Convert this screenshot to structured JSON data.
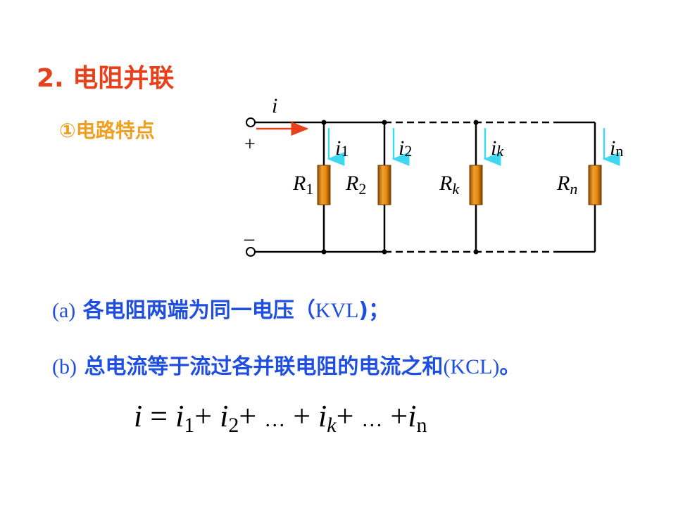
{
  "title": "2. 电阻并联",
  "subtitle": "①电路特点",
  "circuit": {
    "input_current": "i",
    "plus": "+",
    "minus": "–",
    "branch_currents": [
      {
        "sym": "i",
        "sub": "1"
      },
      {
        "sym": "i",
        "sub": "2"
      },
      {
        "sym": "i",
        "sub": "k"
      },
      {
        "sym": "i",
        "sub": "n"
      }
    ],
    "resistors": [
      {
        "sym": "R",
        "sub": "1"
      },
      {
        "sym": "R",
        "sub": "2"
      },
      {
        "sym": "R",
        "sub": "k"
      },
      {
        "sym": "R",
        "sub": "n"
      }
    ],
    "colors": {
      "wire": "#000000",
      "input_arrow": "#e8401a",
      "branch_arrow": "#40d8f0",
      "resistor": "#e88a10",
      "resistor_dark": "#a85a00"
    }
  },
  "points": [
    {
      "label": "(a)",
      "text": "各电阻两端为同一电压（",
      "inline": "KVL",
      "tail": ")；"
    },
    {
      "label": "(b)",
      "text": "总电流等于流过各并联电阻的电流之和",
      "inline": "(KCL)",
      "tail": "。"
    }
  ],
  "formula": {
    "lhs": "i",
    "eq": " = ",
    "terms": [
      {
        "sym": "i",
        "sub": "1",
        "after": "+ "
      },
      {
        "sym": "i",
        "sub": "2",
        "after": "+ "
      },
      {
        "dots": "…",
        "after": " + "
      },
      {
        "sym": "i",
        "sub": "k",
        "after": "+ "
      },
      {
        "dots": "…",
        "after": " +"
      },
      {
        "sym": "i",
        "sub": "n",
        "after": ""
      }
    ]
  }
}
